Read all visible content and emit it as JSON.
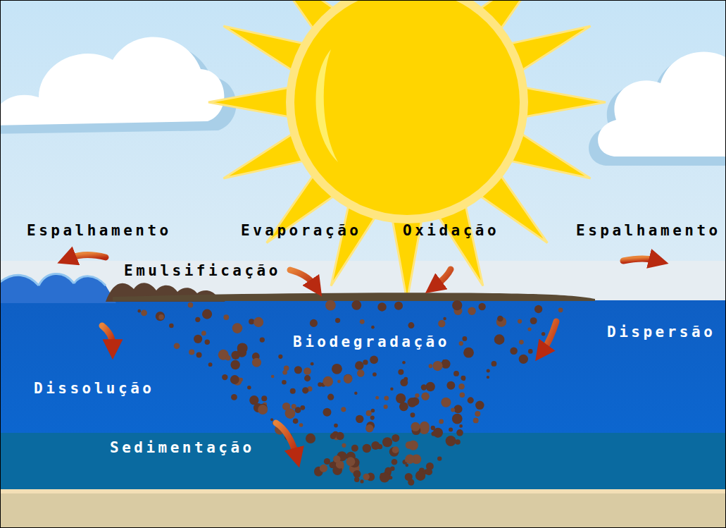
{
  "diagram": {
    "labels": [
      "Espalhamento",
      "Evaporação",
      "Oxidação",
      "Espalhamento",
      "Emulsificação",
      "Biodegradação",
      "Dispersão",
      "Dissolução",
      "Sedimentação"
    ]
  }
}
